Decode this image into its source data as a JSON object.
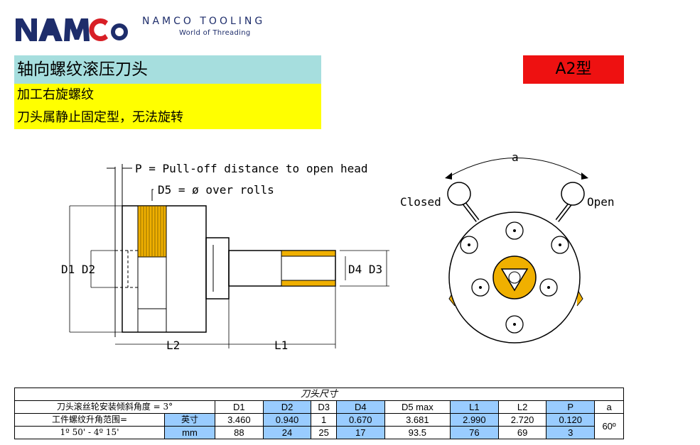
{
  "brand": {
    "name": "NAMCO TOOLING",
    "tagline": "World of Threading",
    "logo_icon": "namco-logo-icon",
    "logo_colors": {
      "navy": "#1e2d6b",
      "red": "#d81f26"
    }
  },
  "title": "轴向螺纹滚压刀头",
  "type_badge": "A2型",
  "info_lines": [
    "加工右旋螺纹",
    "刀头属静止固定型，无法旋转"
  ],
  "drawing": {
    "p_label": "P = Pull-off distance to open head",
    "d5_label": "D5 = ø over rolls",
    "d1_d2_label": "D1 D2",
    "d4_d3_label": "D4 D3",
    "l2_label": "L2",
    "l1_label": "L1",
    "a_label": "a",
    "closed_label": "Closed",
    "open_label": "Open"
  },
  "table": {
    "caption": "刀头尺寸",
    "angle_note": "刀头滚丝轮安装倾斜角度 = 3°",
    "helix_label_line1": "工件螺纹升角范围=",
    "helix_label_line2": "1º 50' - 4º 15'",
    "columns": [
      "D1",
      "D2",
      "D3",
      "D4",
      "D5 max",
      "L1",
      "L2",
      "P",
      "a"
    ],
    "rows": [
      {
        "unit": "英寸",
        "values": [
          "3.460",
          "0.940",
          "1",
          "0.670",
          "3.681",
          "2.990",
          "2.720",
          "0.120"
        ]
      },
      {
        "unit": "mm",
        "values": [
          "88",
          "24",
          "25",
          "17",
          "93.5",
          "76",
          "69",
          "3"
        ]
      }
    ],
    "a_value": "60º"
  },
  "colors": {
    "title_bg": "#a6dede",
    "badge_bg": "#ee1111",
    "info_bg": "#ffff00",
    "table_blue": "#99ccff",
    "roll_orange": "#f0b000"
  }
}
